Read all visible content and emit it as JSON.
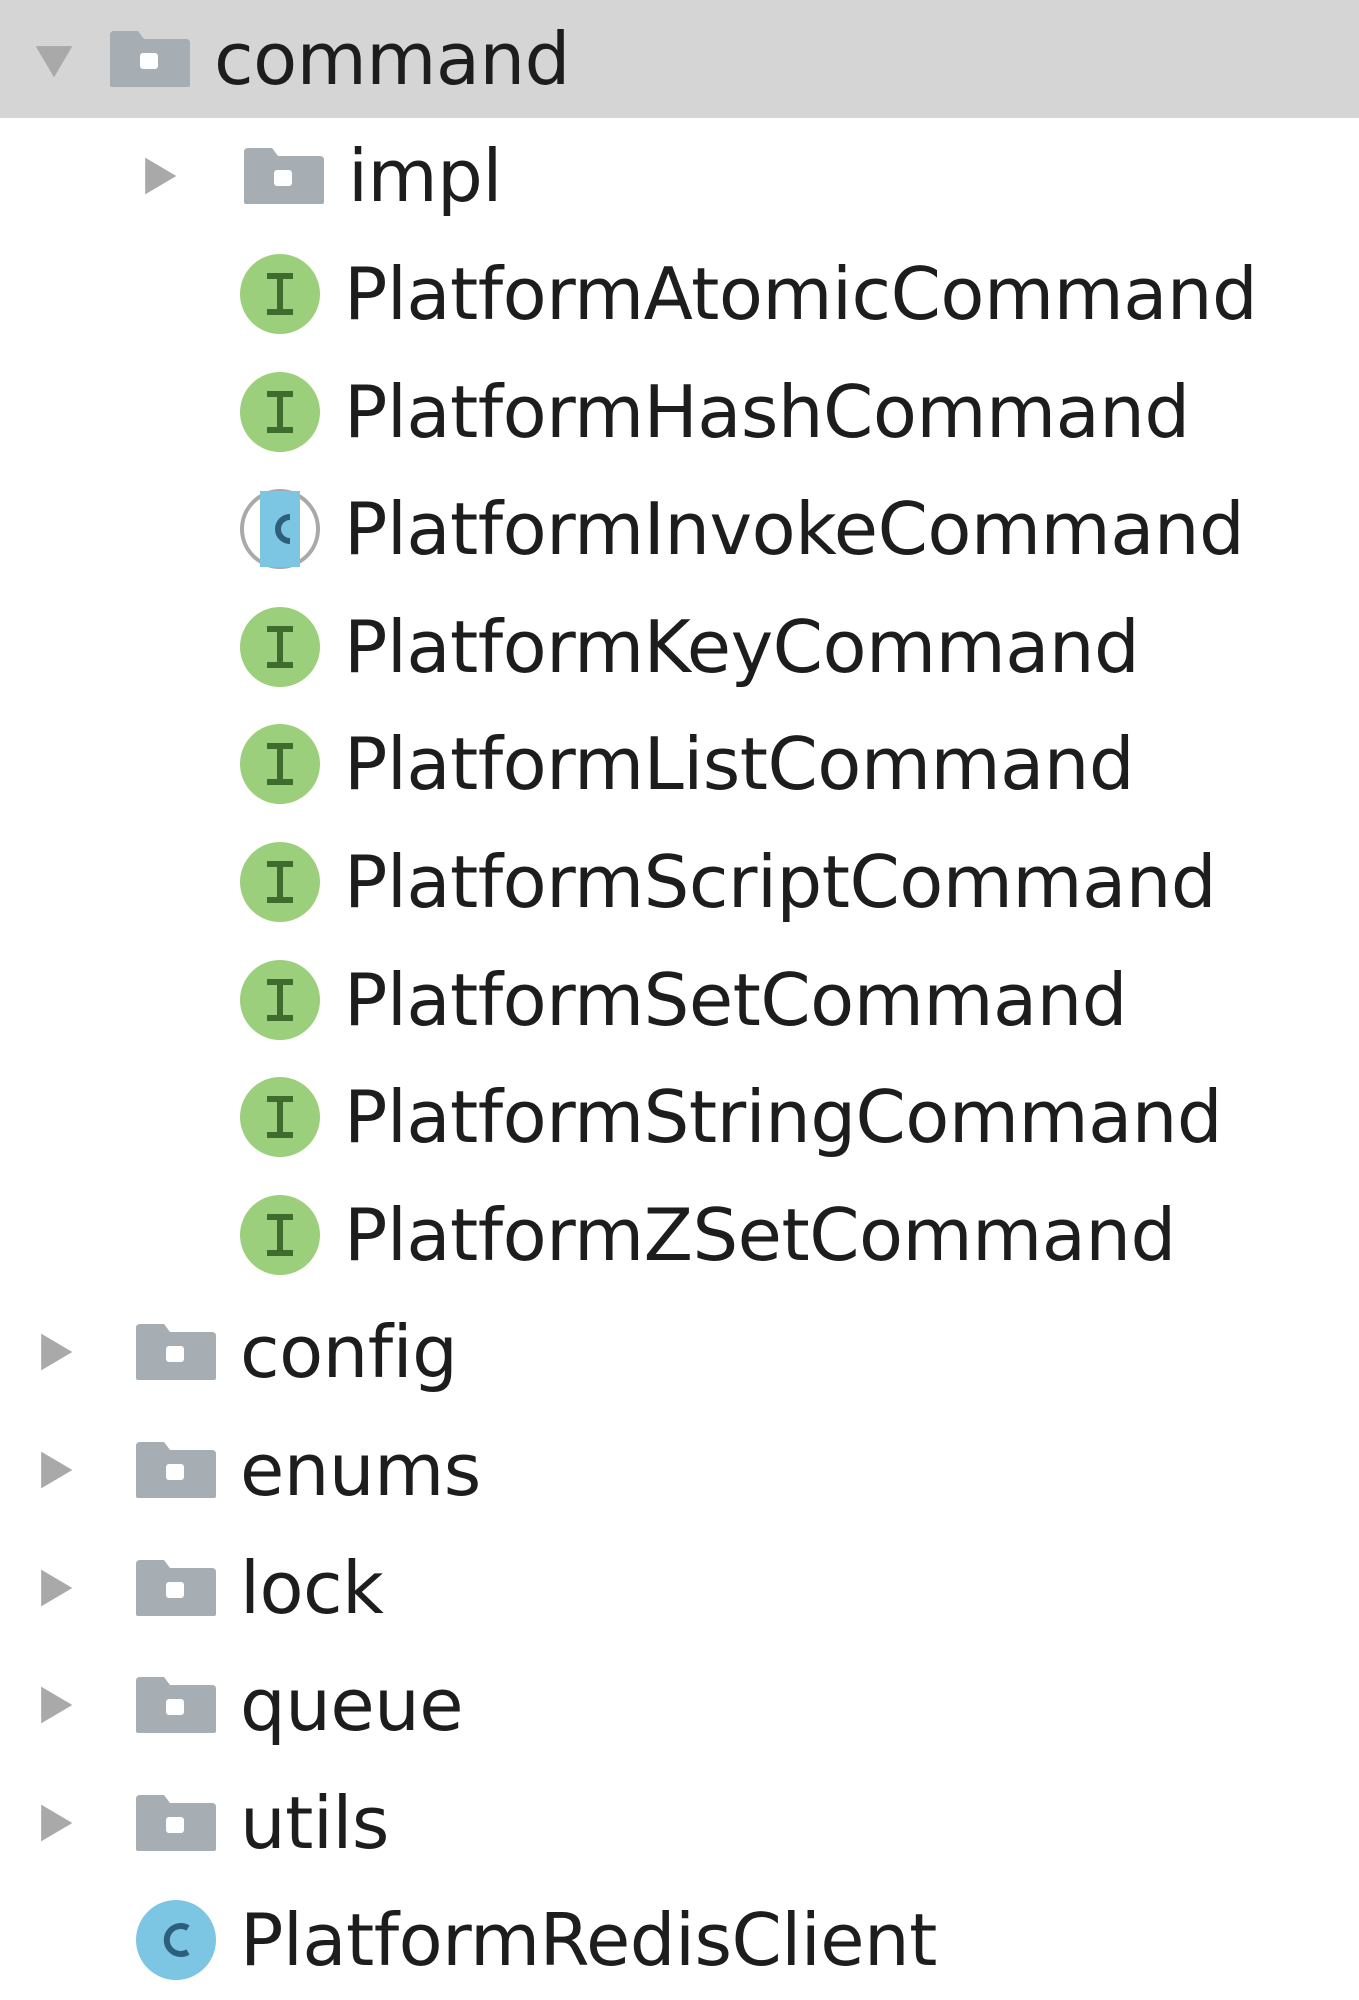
{
  "colors": {
    "selection_bg": "#d5d5d5",
    "folder": "#a6adb3",
    "arrow": "#a9a9a9",
    "interface_badge": "#9bcf7b",
    "interface_letter": "#3f6b2e",
    "class_badge": "#7cc6e4",
    "class_letter": "#2b5f7a",
    "text": "#1d1d1d"
  },
  "tree": {
    "root": {
      "label": "command",
      "icon": "folder-icon",
      "expanded": true
    },
    "command_children": [
      {
        "label": "impl",
        "icon": "folder-icon",
        "kind": "folder"
      },
      {
        "label": "PlatformAtomicCommand",
        "icon": "interface-icon",
        "badge_letter": "I"
      },
      {
        "label": "PlatformHashCommand",
        "icon": "interface-icon",
        "badge_letter": "I"
      },
      {
        "label": "PlatformInvokeCommand",
        "icon": "abstract-class-icon",
        "badge_letter": "C"
      },
      {
        "label": "PlatformKeyCommand",
        "icon": "interface-icon",
        "badge_letter": "I"
      },
      {
        "label": "PlatformListCommand",
        "icon": "interface-icon",
        "badge_letter": "I"
      },
      {
        "label": "PlatformScriptCommand",
        "icon": "interface-icon",
        "badge_letter": "I"
      },
      {
        "label": "PlatformSetCommand",
        "icon": "interface-icon",
        "badge_letter": "I"
      },
      {
        "label": "PlatformStringCommand",
        "icon": "interface-icon",
        "badge_letter": "I"
      },
      {
        "label": "PlatformZSetCommand",
        "icon": "interface-icon",
        "badge_letter": "I"
      }
    ],
    "siblings": [
      {
        "label": "config",
        "icon": "folder-icon"
      },
      {
        "label": "enums",
        "icon": "folder-icon"
      },
      {
        "label": "lock",
        "icon": "folder-icon"
      },
      {
        "label": "queue",
        "icon": "folder-icon"
      },
      {
        "label": "utils",
        "icon": "folder-icon"
      }
    ],
    "root_class": {
      "label": "PlatformRedisClient",
      "icon": "class-icon",
      "badge_letter": "C"
    }
  }
}
